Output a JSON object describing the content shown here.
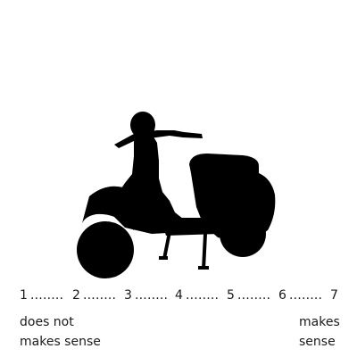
{
  "scale": {
    "points": [
      "1",
      "2",
      "3",
      "4",
      "5",
      "6",
      "7"
    ],
    "separator": "........"
  },
  "anchors": {
    "left_line1": "does not",
    "left_line2": "makes sense",
    "right_line1": "makes",
    "right_line2": "sense"
  },
  "colors": {
    "silhouette": "#000000",
    "text": "#1a1a1a",
    "background": "#ffffff"
  },
  "image": {
    "subject": "scooter-silhouette-icon"
  }
}
